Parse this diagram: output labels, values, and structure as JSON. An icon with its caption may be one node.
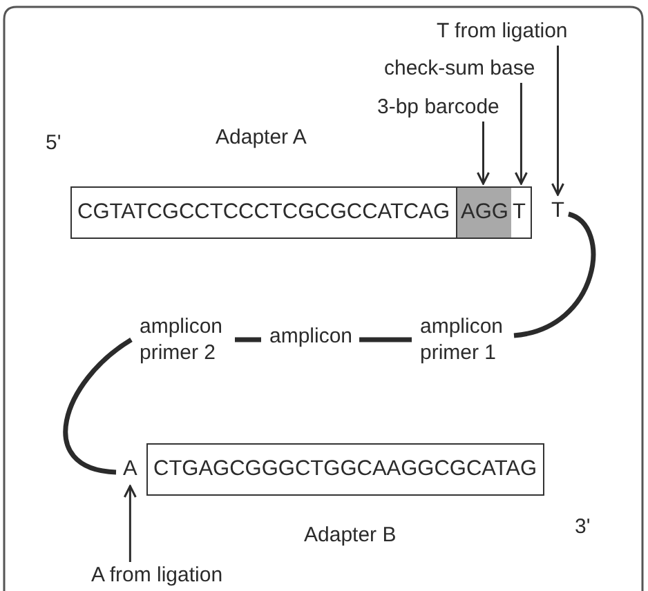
{
  "diagram": {
    "nodes": [
      {
        "text": [
          "T from ligation"
        ]
      },
      {
        "text": [
          "check-sum base"
        ]
      },
      {
        "text": [
          "3-bp barcode"
        ]
      },
      {
        "text": [
          "CGTATCGCCTCCCTCGCGCCATCAG"
        ],
        "beside": [
          "Adapter A"
        ]
      },
      {
        "text": [
          "AGG"
        ],
        "in": 3
      },
      {
        "text": [
          "T"
        ],
        "in": 3
      },
      {
        "text": [
          "T"
        ]
      },
      {
        "text": [
          "amplicon primer 2"
        ]
      },
      {
        "text": [
          "amplicon"
        ]
      },
      {
        "text": [
          "amplicon primer 1"
        ]
      },
      {
        "text": [
          "A"
        ]
      },
      {
        "text": [
          "CTGAGCGGGCTGGCAAGGCGCATAG"
        ],
        "beside": [
          "Adapter B"
        ]
      },
      {
        "text": [
          "A from ligation"
        ]
      }
    ],
    "edges": [
      {
        "from": 0,
        "to": 6,
        "arrow": "to"
      },
      {
        "from": 1,
        "to": 5,
        "arrow": "to"
      },
      {
        "from": 2,
        "to": 4,
        "arrow": "to"
      },
      {
        "from": 6,
        "to": 9,
        "arrow": "none",
        "style": "thick"
      },
      {
        "from": 9,
        "to": 8,
        "arrow": "none",
        "style": "thick"
      },
      {
        "from": 8,
        "to": 7,
        "arrow": "none",
        "style": "thick"
      },
      {
        "from": 7,
        "to": 10,
        "arrow": "none",
        "style": "thick"
      },
      {
        "from": 12,
        "to": 10,
        "arrow": "to"
      }
    ],
    "labels": [
      "5'",
      "3'"
    ]
  }
}
